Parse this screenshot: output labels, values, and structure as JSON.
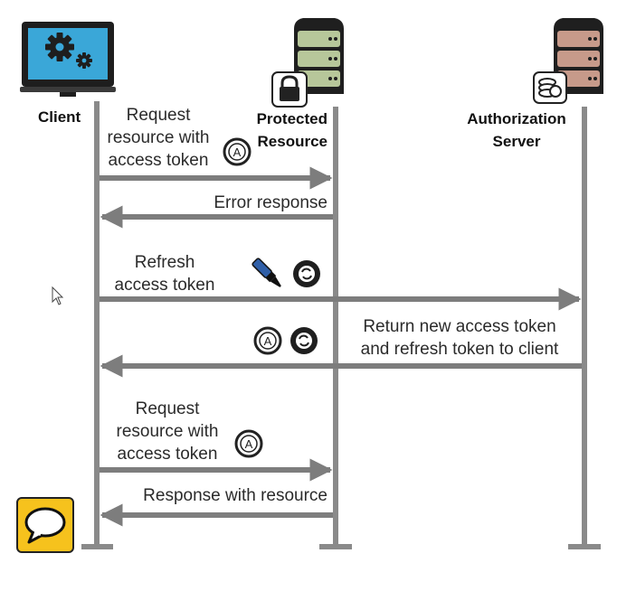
{
  "actors": {
    "client": "Client",
    "protected_line1": "Protected",
    "protected_line2": "Resource",
    "auth_line1": "Authorization",
    "auth_line2": "Server"
  },
  "messages": {
    "m1": [
      "Request",
      "resource with",
      "access token"
    ],
    "m2": "Error response",
    "m3": [
      "Refresh",
      "access token"
    ],
    "m4": [
      "Return new access token",
      "and refresh token to client"
    ],
    "m5": [
      "Request",
      "resource with",
      "access token"
    ],
    "m6": "Response with resource"
  },
  "token_glyphs": {
    "access": "A"
  },
  "icons": [
    "monitor-gear-icon",
    "server-icon",
    "lock-icon",
    "server-icon",
    "token-stack-icon",
    "access-token-icon",
    "refresh-token-icon",
    "pen-icon",
    "mouse-cursor-icon",
    "chat-icon"
  ],
  "colors": {
    "lifeline": "#8a8a8a",
    "arrow": "#7d7d7d",
    "protected_server": "#b7c79a",
    "auth_server": "#c79a8a",
    "chat_button": "#f6c21d"
  }
}
